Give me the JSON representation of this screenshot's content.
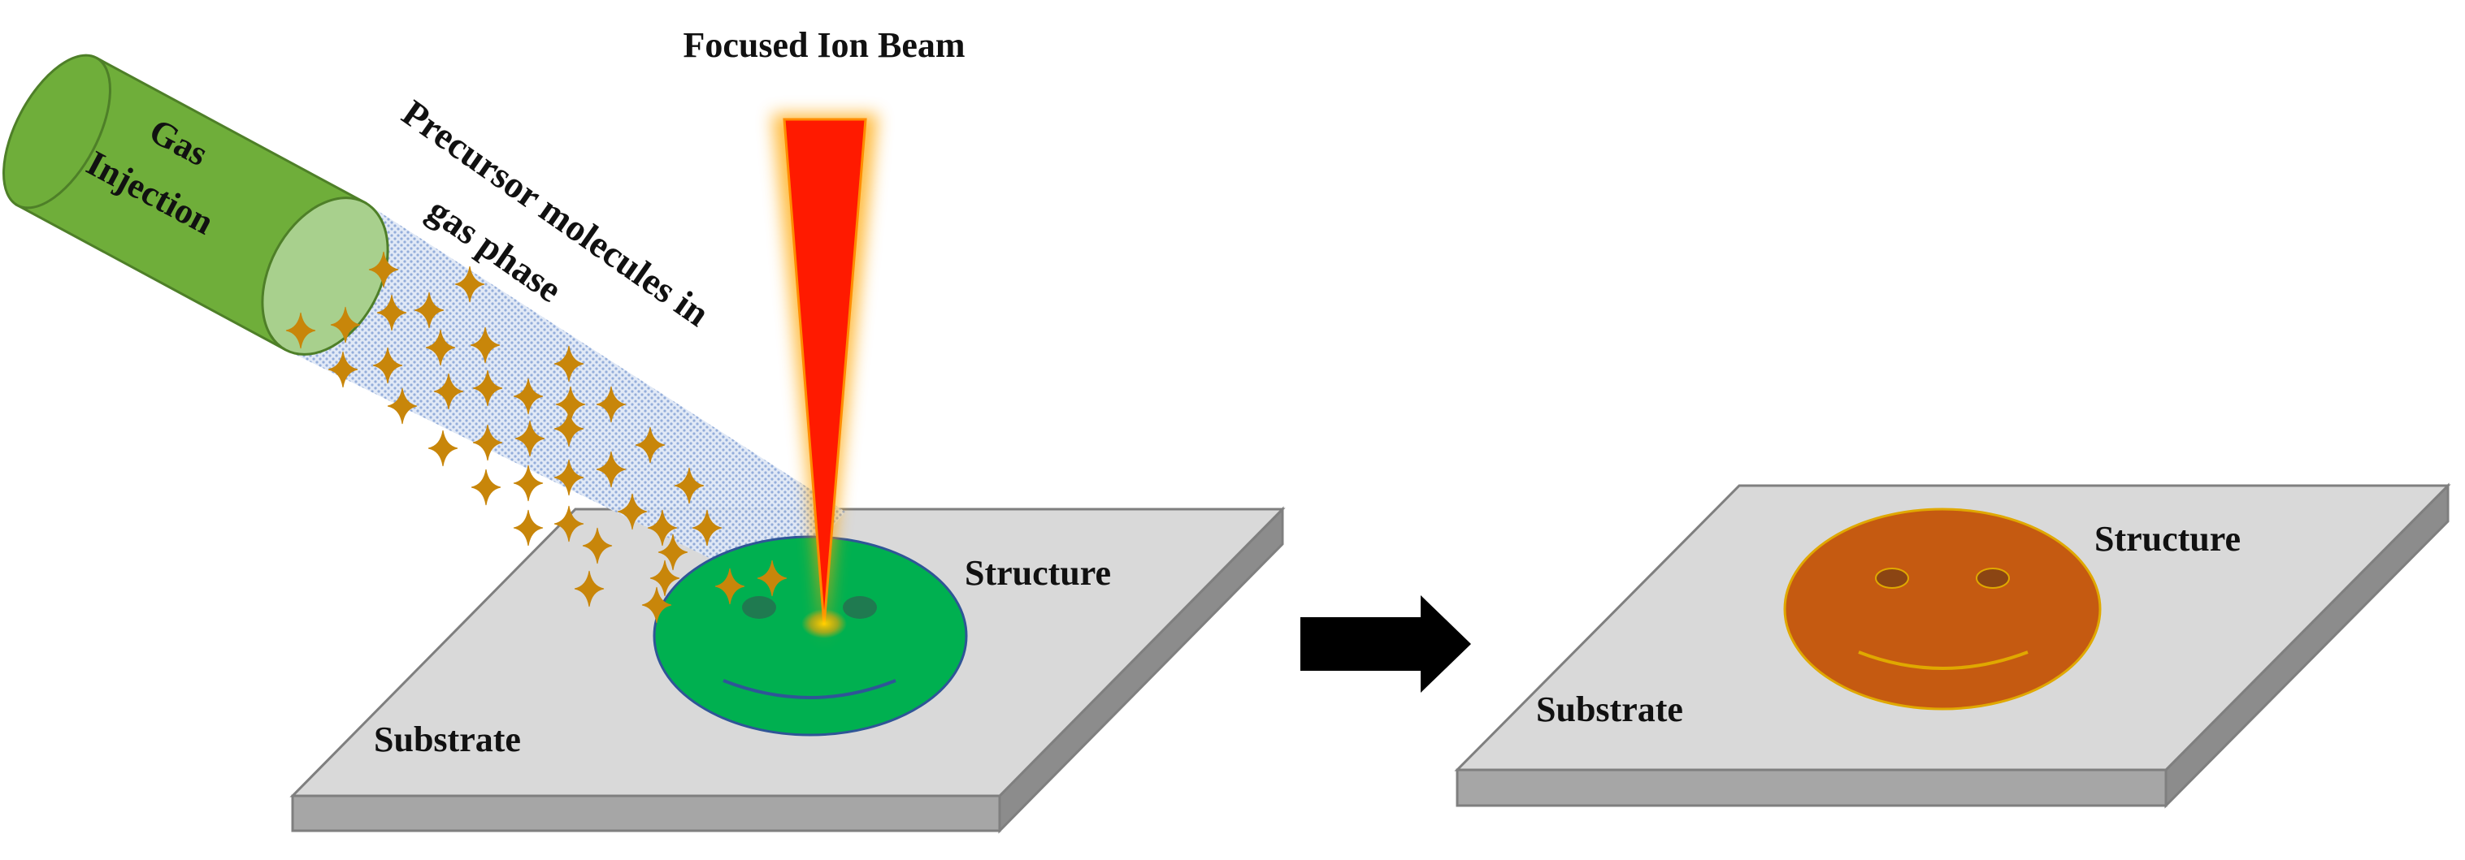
{
  "labels": {
    "beam": "Focused Ion Beam",
    "precursor_line1": "Precursor molecules in",
    "precursor_line2": "gas phase",
    "gas_line1": "Gas",
    "gas_line2": "Injection",
    "structure_left": "Structure",
    "substrate_left": "Substrate",
    "structure_right": "Structure",
    "substrate_right": "Substrate"
  },
  "colors": {
    "beam": "#ff1a00",
    "beam_glow": "#ffa500",
    "gas_injector": "#6fae3a",
    "gas_injector_opening": "#a8d08d",
    "precursor_molecule": "#c8860a",
    "gas_stream": "#c9d7ef",
    "substrate_top": "#d9d9d9",
    "substrate_side": "#a6a6a6",
    "structure_deposited": "#00b050",
    "structure_deposited_outline": "#2f5597",
    "structure_final": "#c55a11",
    "structure_final_outline": "#e0a800",
    "arrow": "#000000"
  },
  "icons": {
    "process_arrow": "right-arrow-icon",
    "precursor_molecule": "sparkle-star-icon"
  }
}
